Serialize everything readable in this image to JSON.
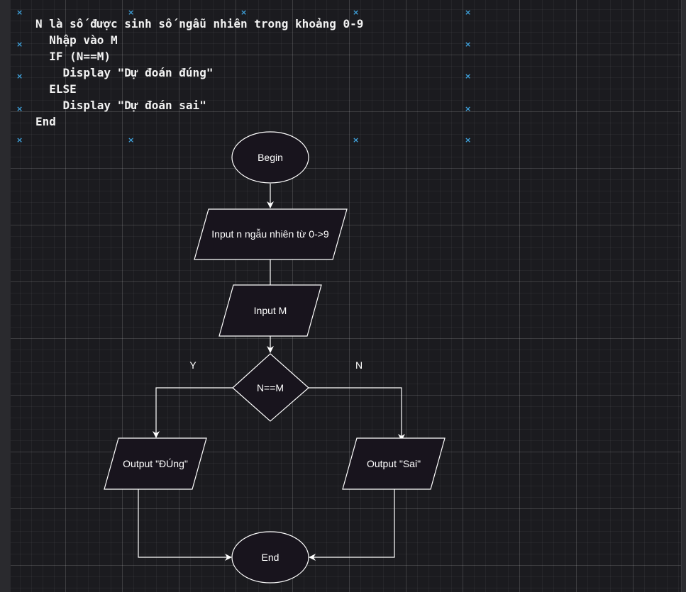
{
  "pseudocode": {
    "line1": "N là số được sinh số ngẫu nhiên trong khoảng 0-9",
    "line2": "  Nhập vào M",
    "line3": "  IF (N==M)",
    "line4": "    Display \"Dự đoán đúng\"",
    "line5": "  ELSE",
    "line6": "    Display \"Dự đoán sai\"",
    "line7": "End"
  },
  "handle_glyph": "×",
  "flowchart": {
    "begin": "Begin",
    "input_n": "Input n ngẫu nhiên từ 0->9",
    "input_m": "Input M",
    "decision": "N==M",
    "yes_label": "Y",
    "no_label": "N",
    "output_yes": "Output \"ĐÚng\"",
    "output_no": "Output \"Sai\"",
    "end": "End"
  },
  "colors": {
    "canvas": "#1b1b1f",
    "shape_fill": "#18141d",
    "stroke": "#ffffff",
    "handles": "#3fa3de"
  }
}
